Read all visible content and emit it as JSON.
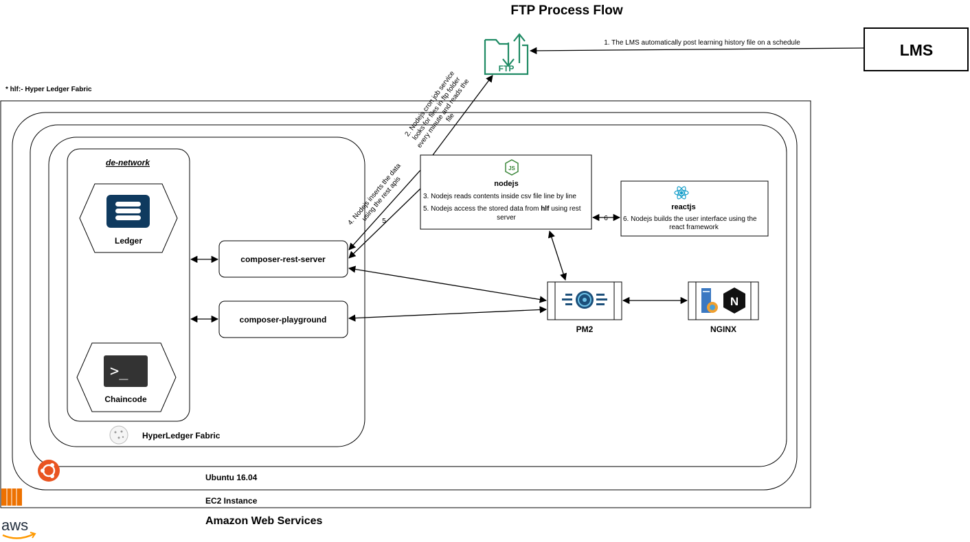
{
  "title": "FTP Process Flow",
  "legend_note": "* hlf:- Hyper Ledger Fabric",
  "lms": {
    "label": "LMS"
  },
  "ftp": {
    "label": "FTP",
    "color": "#1e8a63"
  },
  "steps": {
    "step1": "1. The LMS automatically post learning history file on a schedule",
    "step2_lines": [
      "2. Nodejs cron job service",
      "looks for files in ftp folder",
      "every minute and reads the",
      "file"
    ],
    "step4_lines": [
      "4. Nodejs inserts the data",
      "using the rest apis"
    ],
    "step5_marker": "5",
    "step6_marker": "6"
  },
  "nodejs": {
    "label": "nodejs",
    "icon_text": "JS",
    "line3": "3. Nodejs reads contents inside csv file line by line",
    "line5_prefix": "5. Nodejs access the stored data from ",
    "line5_bold": "hlf",
    "line5_suffix": " using rest",
    "line5_cont": "server",
    "color": "#3c873a"
  },
  "reactjs": {
    "label": "reactjs",
    "line1": "6. Nodejs builds the user interface using the",
    "line2": "react framework",
    "color": "#149eca"
  },
  "pm2": {
    "label": "PM2"
  },
  "nginx": {
    "label": "NGINX",
    "icon_text": "N"
  },
  "services": {
    "rest_server": "composer-rest-server",
    "playground": "composer-playground"
  },
  "network": {
    "title": "de-network",
    "ledger": "Ledger",
    "chaincode": "Chaincode",
    "chaincode_prompt": ">_"
  },
  "containers": {
    "hyperledger": "HyperLedger Fabric",
    "ubuntu": "Ubuntu 16.04",
    "ec2": "EC2 Instance",
    "aws": "Amazon Web Services",
    "aws_logo": "aws"
  },
  "colors": {
    "ubuntu": "#e95420",
    "ec2": "#ed7100",
    "ledger": "#0f3a5f",
    "aws_smile": "#ff9900",
    "chaincode_bg": "#333333"
  }
}
